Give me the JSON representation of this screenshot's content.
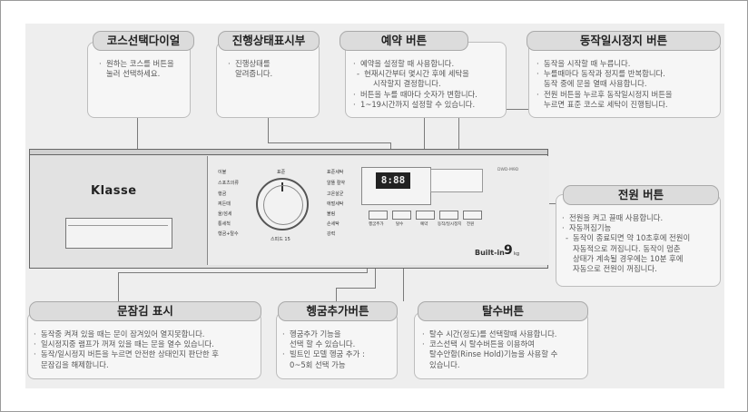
{
  "callouts": {
    "course_dial": {
      "title": "코스선택다이얼",
      "lines": [
        "원하는 코스를 버튼을",
        "눌러 선택하세요."
      ]
    },
    "progress": {
      "title": "진행상태표시부",
      "lines": [
        "진행상태를",
        "알려줍니다."
      ]
    },
    "reserve": {
      "title": "예약 버튼",
      "lines": [
        "예약을 설정할 때 사용합니다.",
        "현재시간부터 몇시간 후에 세탁을",
        "시작할지 결정합니다.",
        "버튼을 누를 때마다 숫자가 변합니다.",
        "1~19시간까지 설정할 수 있습니다."
      ]
    },
    "pause": {
      "title": "동작일시정지 버튼",
      "lines": [
        "동작을 시작할 때 누릅니다.",
        "누를때마다 동작과 정지를 반복합니다.",
        "동작 중에 문을 열때 사용합니다.",
        "전원 버튼을 누르후 동작일시정지 버튼을",
        "누르면 표준 코스로 세탁이 진행됩니다."
      ]
    },
    "power": {
      "title": "전원 버튼",
      "lines": [
        "전원을 켜고 끌때 사용합니다.",
        "자동꺼짐기능",
        "동작이 종료되면 약 10초후에 전원이",
        "자동적으로 꺼집니다. 동작이 멈춘",
        "상태가 계속될 경우에는 10분 후에",
        "자동으로 전원이 꺼집니다."
      ]
    },
    "door_lock": {
      "title": "문잠김 표시",
      "lines": [
        "동작중 켜져 있을 때는 문이 잠겨있어 열지못합니다.",
        "일시정지중 램프가 꺼져 있을 때는 문을 열수 있습니다.",
        "동작/일시정지 버튼을 누르면 안전한 상태인지 판단한 후",
        "문잠김을 해제합니다."
      ]
    },
    "rinse": {
      "title": "헹굼추가버튼",
      "lines": [
        "헹굼추가 기능을",
        "선택 할 수 있습니다.",
        "빌트인 모델 헹굼 추가 :",
        "0~5회 선택 가능"
      ]
    },
    "spin": {
      "title": "탈수버튼",
      "lines": [
        "탈수 시간(정도)를 선택할때 사용합니다.",
        "코스선택 시 탈수버튼을 이용하여",
        "탈수안함(Rinse Hold)기능을 사용할 수",
        "있습니다."
      ]
    }
  },
  "machine": {
    "brand": "Klasse",
    "display": "8:88",
    "builtin": "Built-in",
    "capacity": "9",
    "unit": "kg",
    "model": "DWD-M9D",
    "knob_top": "표준",
    "knob_bottom": "스피드 15",
    "left_courses": [
      "이불",
      "스포츠의류",
      "행굼",
      "찌든때",
      "울/섬세",
      "통세척",
      "헹굼+탈수"
    ],
    "right_courses": [
      "표준세탁",
      "알뜰 절약",
      "고온살균",
      "애벌세탁",
      "불림",
      "손세탁",
      "강력"
    ],
    "buttons": [
      "헹굼추가",
      "탈수",
      "예약",
      "동작/일시정지",
      "전원"
    ]
  }
}
